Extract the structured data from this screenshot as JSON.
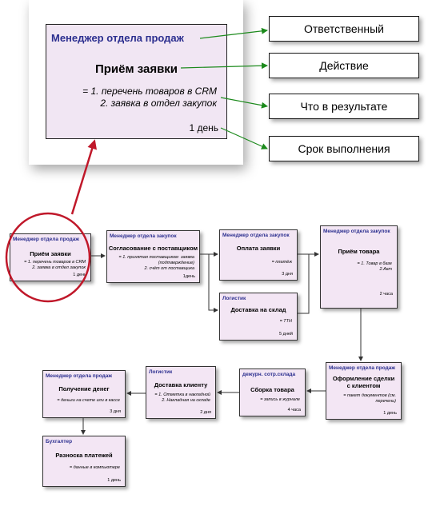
{
  "legend": {
    "card": {
      "responsible": "Менеджер отдела продаж",
      "action": "Приём заявки",
      "result": "= 1. перечень товаров в CRM\n2. заявка в отдел закупок",
      "term": "1 день"
    },
    "labels": {
      "responsible": "Ответственный",
      "action": "Действие",
      "result": "Что в результате",
      "term": "Срок выполнения"
    }
  },
  "steps": [
    {
      "responsible": "Менеджер отдела продаж",
      "action": "Приём заявки",
      "result": "= 1. перечень товаров в CRM\n2. заявка в отдел закупок",
      "term": "1 день"
    },
    {
      "responsible": "Менеджер отдела закупок",
      "action": "Согласование с поставщиком",
      "result": "= 1. принятая поставщиком  заявка\n(подтверждение)\n2. счёт от поставщика",
      "term": "1день"
    },
    {
      "responsible": "Менеджер отдела закупок",
      "action": "Оплата заявки",
      "result": "= платёж",
      "term": "3 дня"
    },
    {
      "responsible": "Логистик",
      "action": "Доставка на склад",
      "result": "= ТТН",
      "term": "5 дней"
    },
    {
      "responsible": "Менеджер отдела закупок",
      "action": "Приём товара",
      "result": "= 1. Товар в базе\n2.Акт",
      "term": "2 часа"
    },
    {
      "responsible": "Менеджер отдела продаж",
      "action": "Оформление сделки\nс клиентом",
      "result": "= пакет документов (см.\nперечень)",
      "term": "1 день"
    },
    {
      "responsible": "дежурн. сотр.склада",
      "action": "Сборка товара",
      "result": "= запись в журнале",
      "term": "4 часа"
    },
    {
      "responsible": "Логистик",
      "action": "Доставка клиенту",
      "result": "= 1. Отметка в накладной\n2. Накладная на складе",
      "term": "2 дня"
    },
    {
      "responsible": "Менеджер отдела продаж",
      "action": "Получение денег",
      "result": "= деньги на счете или в кассе",
      "term": "3 дня"
    },
    {
      "responsible": "Бухгалтер",
      "action": "Разноска платежей",
      "result": "= данные в компьютере",
      "term": "1 день"
    }
  ],
  "colors": {
    "box_fill": "#f3e6f4",
    "responsible_text": "#2c2f8f",
    "legend_arrow": "#1c8a1c",
    "highlight": "#c0182a",
    "flow_arrow": "#333333"
  }
}
